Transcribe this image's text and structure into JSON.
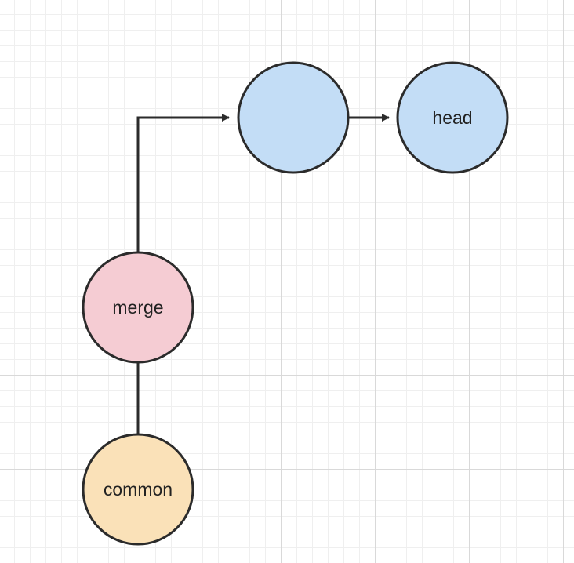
{
  "diagram": {
    "nodes": [
      {
        "id": "top-commit",
        "label": "",
        "fill": "#c3ddf6"
      },
      {
        "id": "head",
        "label": "head",
        "fill": "#c3ddf6"
      },
      {
        "id": "merge",
        "label": "merge",
        "fill": "#f5ccd3"
      },
      {
        "id": "common",
        "label": "common",
        "fill": "#fae1b8"
      }
    ],
    "edges": [
      {
        "from": "merge",
        "to": "top-commit",
        "arrow": true
      },
      {
        "from": "top-commit",
        "to": "head",
        "arrow": true
      },
      {
        "from": "common",
        "to": "merge",
        "arrow": false
      }
    ],
    "stroke_color": "#2b2b2b"
  }
}
